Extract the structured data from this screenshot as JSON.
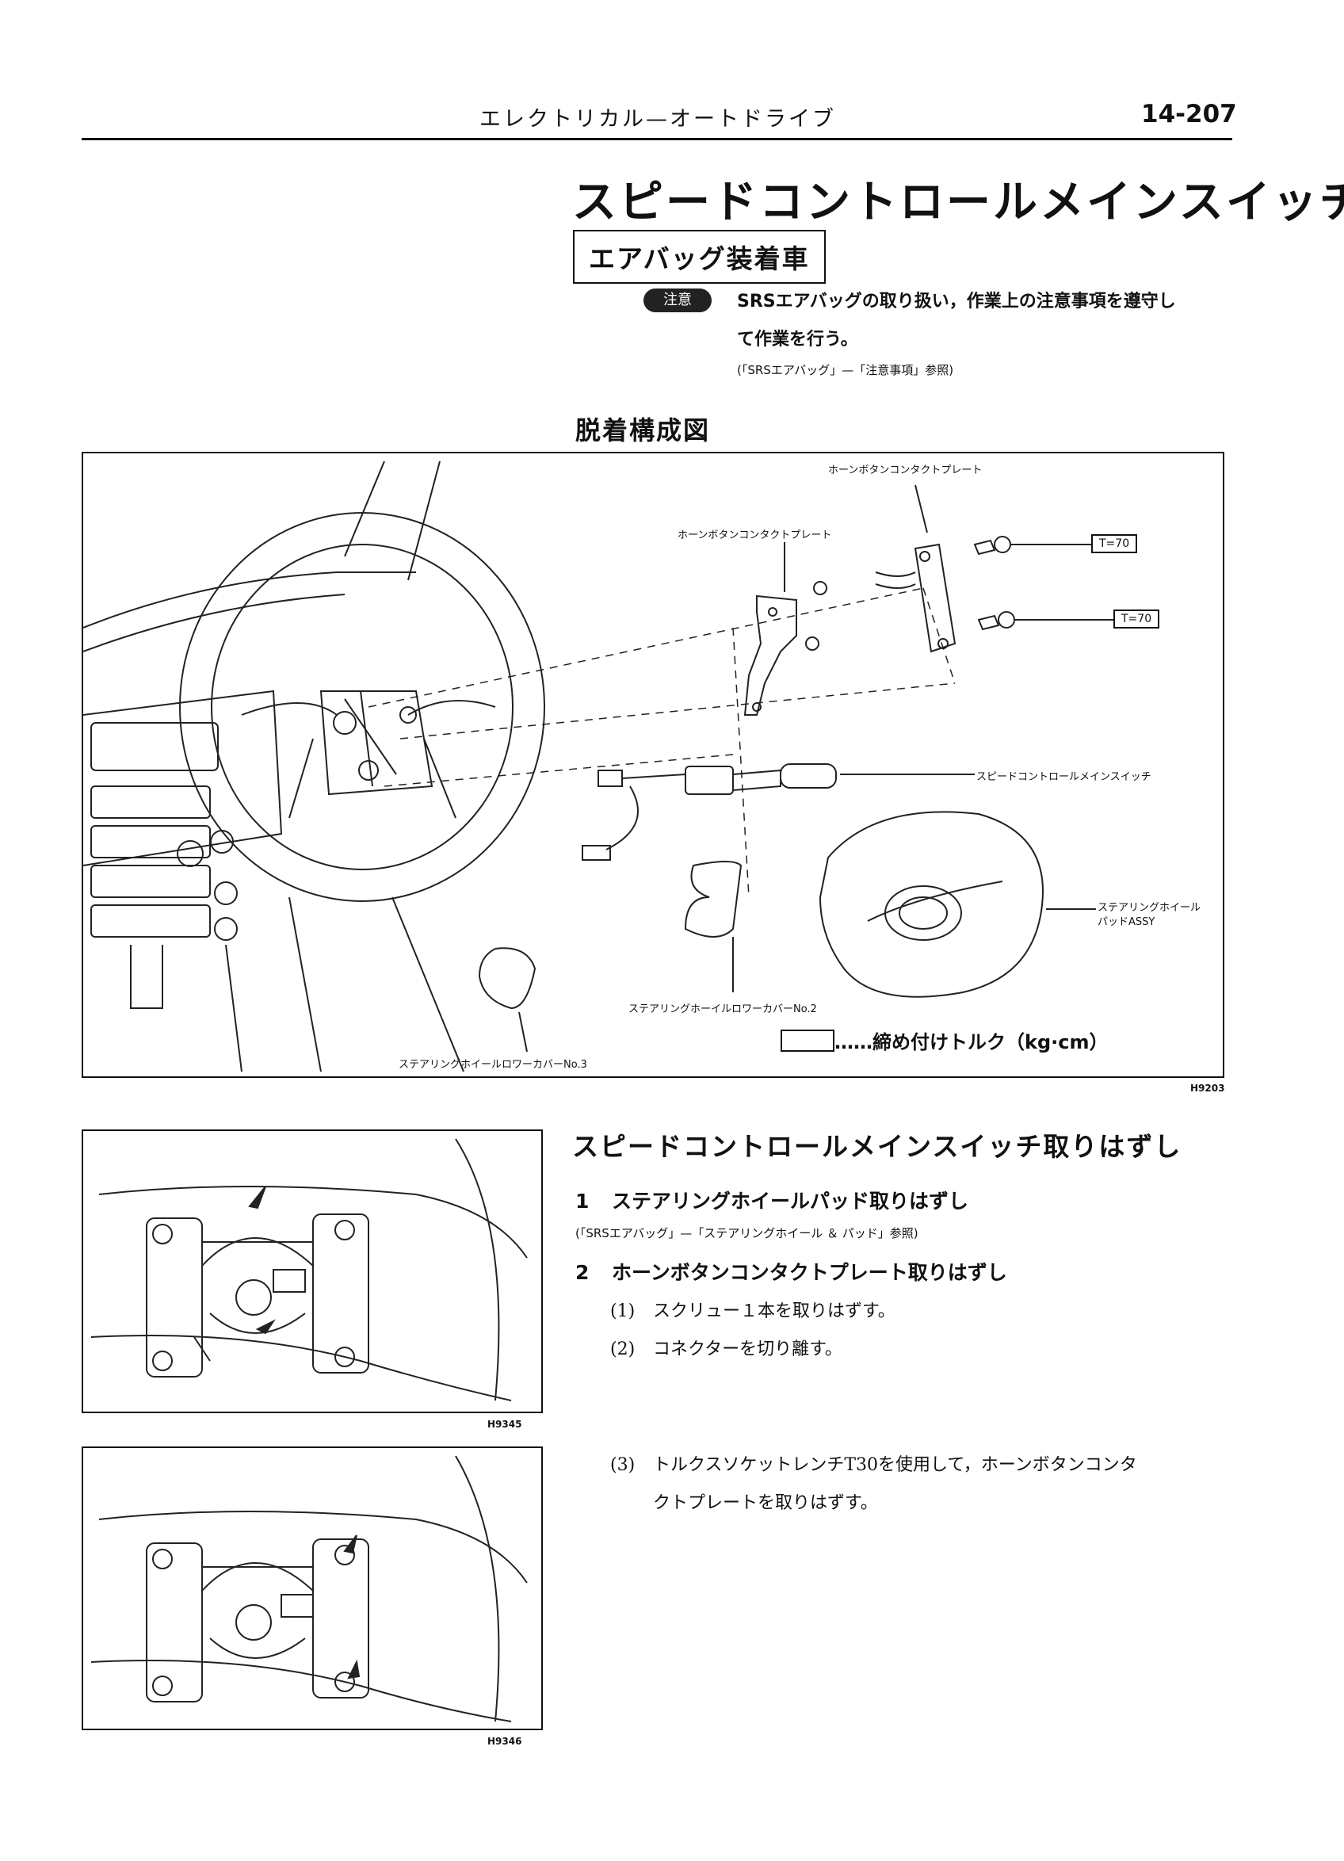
{
  "header": {
    "title": "エレクトリカル—オートドライブ",
    "page_number": "14-207"
  },
  "title": "スピードコントロールメインスイッチ",
  "subtitle": "エアバッグ装着車",
  "caution": {
    "badge": "注意",
    "line1": "SRSエアバッグの取り扱い，作業上の注意事項を遵守し",
    "line2": "て作業を行う。",
    "reference": "(「SRSエアバッグ」—「注意事項」参照)"
  },
  "diagram": {
    "heading": "脱着構成図",
    "labels": {
      "horn_plate_top": "ホーンボタンコンタクトプレート",
      "horn_plate_left": "ホーンボタンコンタクトプレート",
      "main_switch": "スピードコントロールメインスイッチ",
      "pad_line1": "ステアリングホイール",
      "pad_line2": "パッドASSY",
      "lower_cover_2": "ステアリングホーイルロワーカバーNo.2",
      "lower_cover_3": "ステアリングホイールロワーカバーNo.3"
    },
    "torque_1": "T=70",
    "torque_2": "T=70",
    "legend": "……締め付けトルク（kg·cm）",
    "fig_code": "H9203"
  },
  "procedure": {
    "title": "スピードコントロールメインスイッチ取りはずし",
    "step1": {
      "num": "1",
      "text": "ステアリングホイールパッド取りはずし"
    },
    "step1_ref": "(「SRSエアバッグ」—「ステアリングホイール ＆ パッド」参照)",
    "step2": {
      "num": "2",
      "text": "ホーンボタンコンタクトプレート取りはずし"
    },
    "sub1": {
      "num": "(1)",
      "text": "スクリュー１本を取りはずす。"
    },
    "sub2": {
      "num": "(2)",
      "text": "コネクターを切り離す。"
    },
    "sub3": {
      "num": "(3)",
      "line1": "トルクスソケットレンチT30を使用して，ホーンボタンコンタ",
      "line2": "クトプレートを取りはずす。"
    }
  },
  "figures": {
    "fig1_code": "H9345",
    "fig2_code": "H9346"
  }
}
